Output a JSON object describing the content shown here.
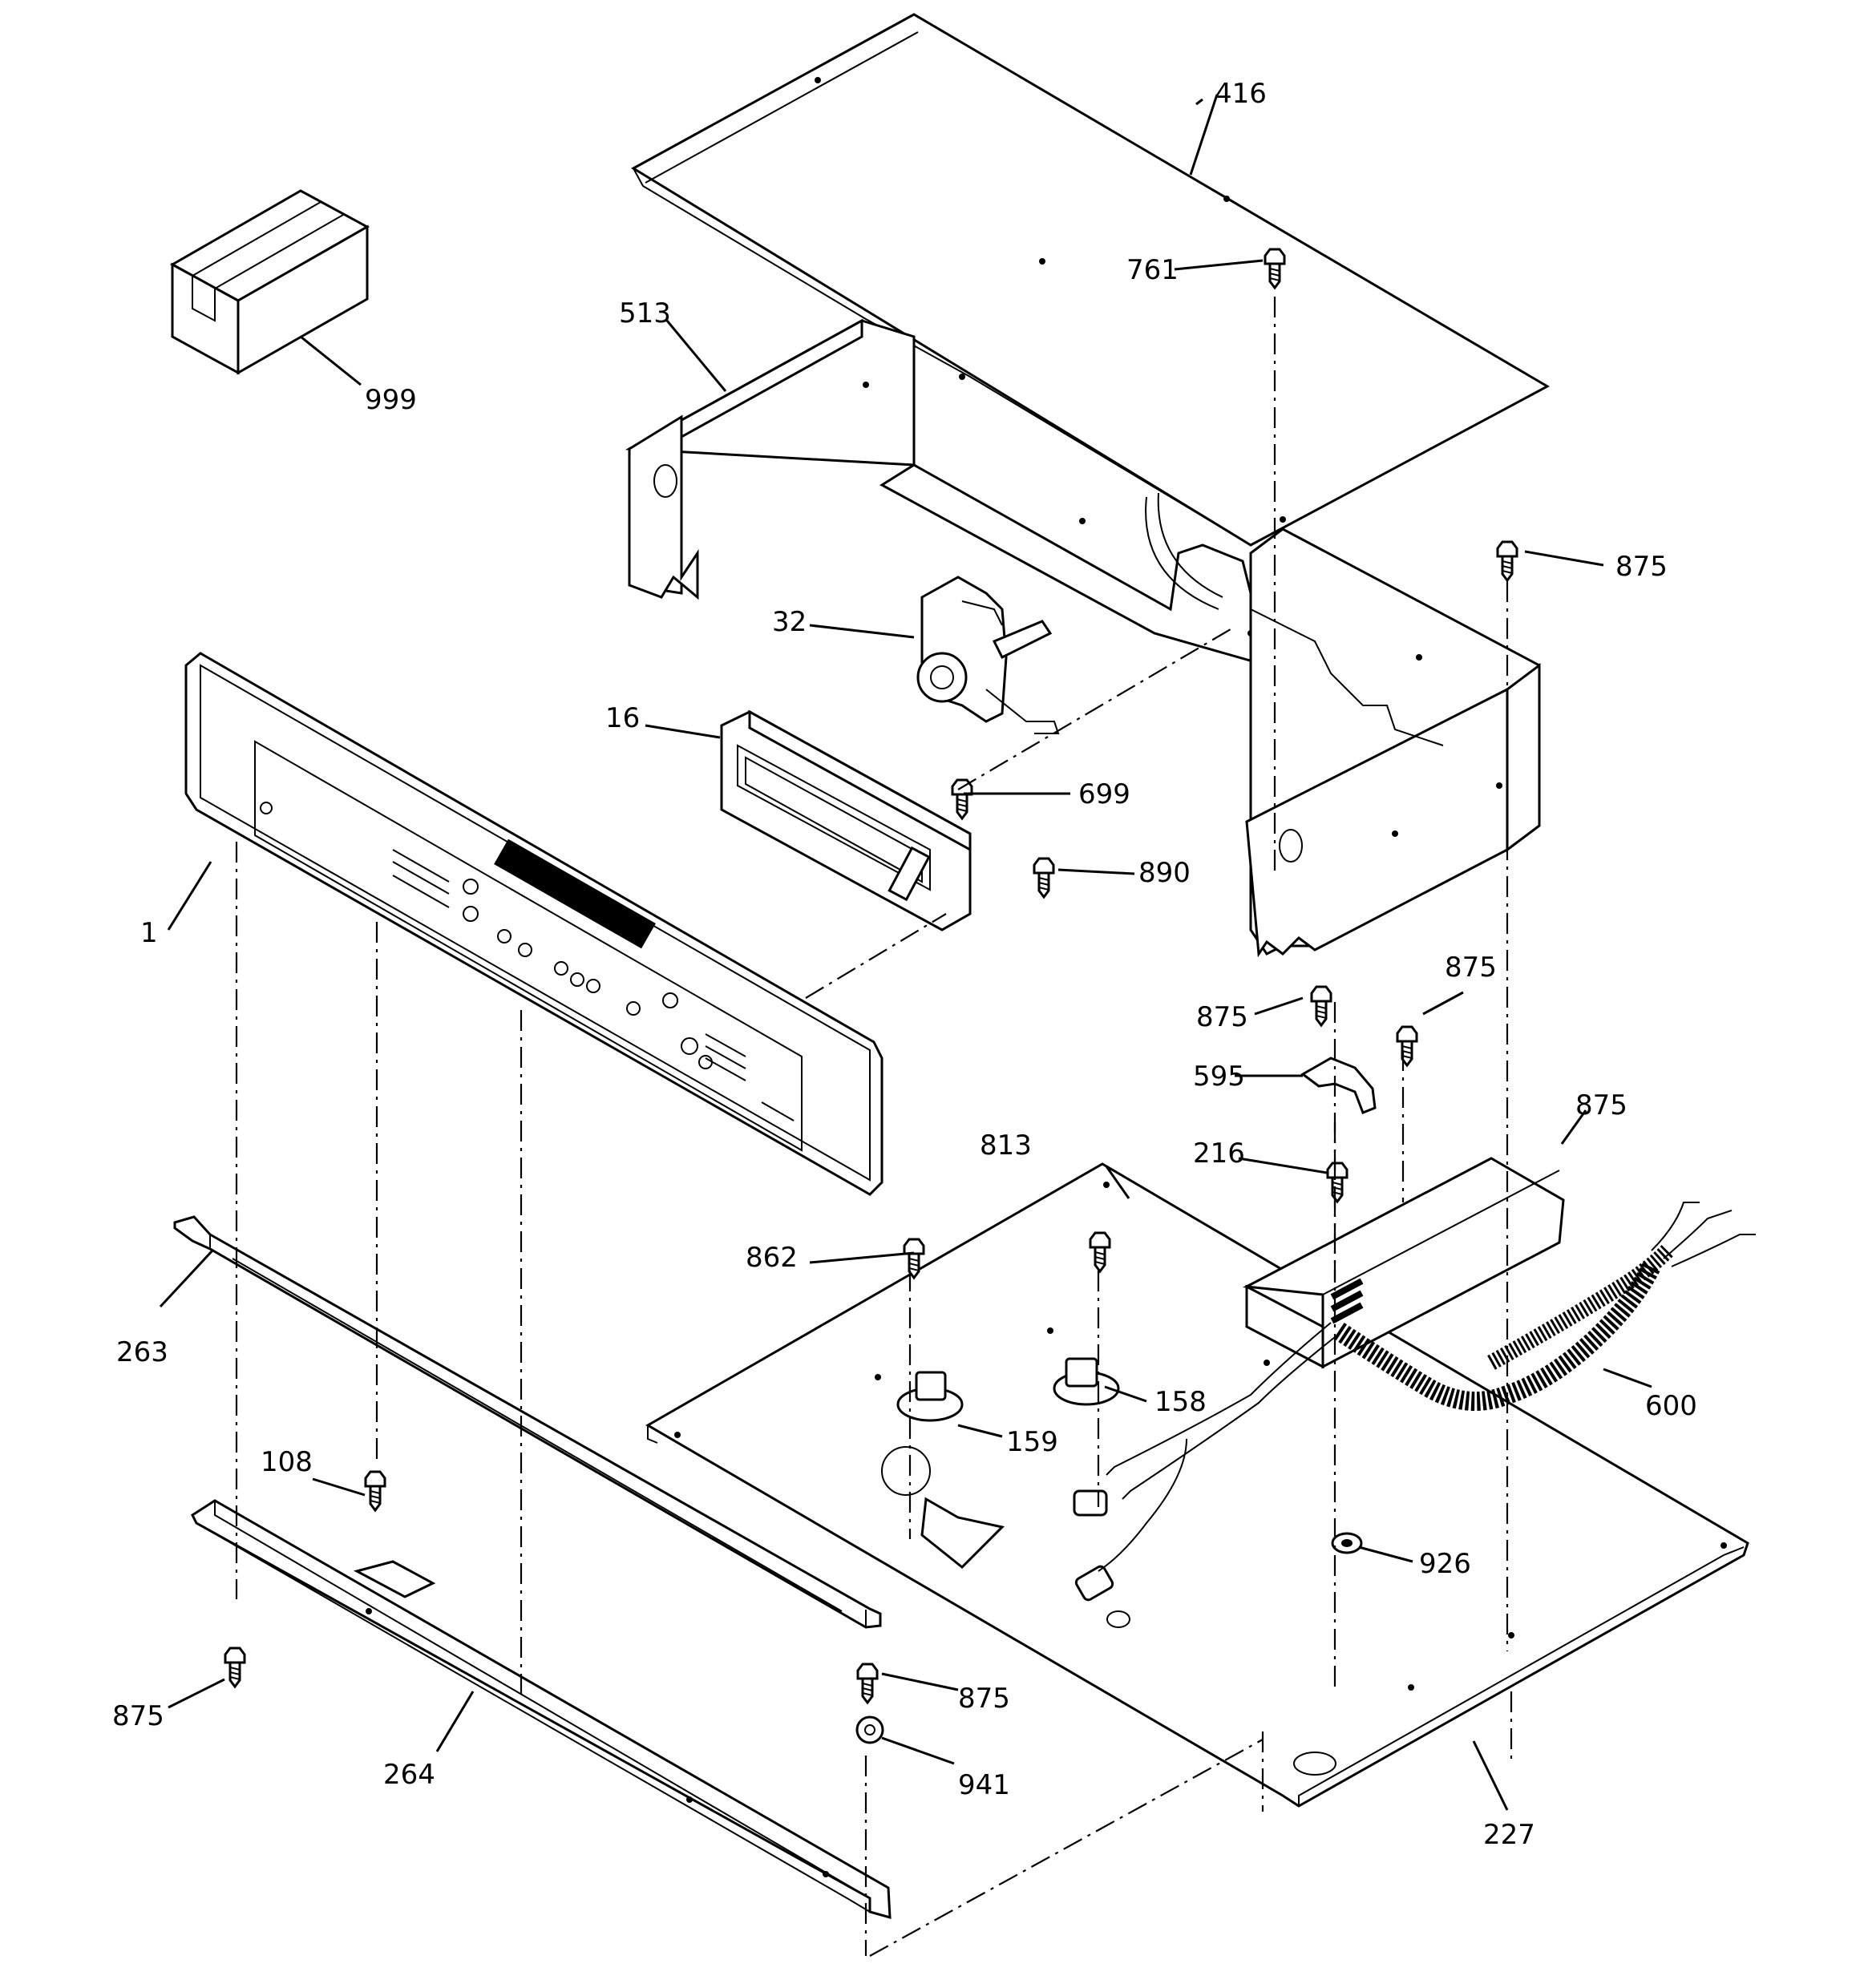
{
  "diagram": {
    "callouts": [
      {
        "id": "c416",
        "label": "416"
      },
      {
        "id": "c761",
        "label": "761"
      },
      {
        "id": "c513",
        "label": "513"
      },
      {
        "id": "c999",
        "label": "999"
      },
      {
        "id": "c875a",
        "label": "875"
      },
      {
        "id": "c32",
        "label": "32"
      },
      {
        "id": "c16",
        "label": "16"
      },
      {
        "id": "c699",
        "label": "699"
      },
      {
        "id": "c890",
        "label": "890"
      },
      {
        "id": "c1",
        "label": "1"
      },
      {
        "id": "c875b",
        "label": "875"
      },
      {
        "id": "c875c",
        "label": "875"
      },
      {
        "id": "c595",
        "label": "595"
      },
      {
        "id": "c875d",
        "label": "875"
      },
      {
        "id": "c216",
        "label": "216"
      },
      {
        "id": "c813",
        "label": "813"
      },
      {
        "id": "c862",
        "label": "862"
      },
      {
        "id": "c263",
        "label": "263"
      },
      {
        "id": "c158",
        "label": "158"
      },
      {
        "id": "c600",
        "label": "600"
      },
      {
        "id": "c159",
        "label": "159"
      },
      {
        "id": "c108",
        "label": "108"
      },
      {
        "id": "c926",
        "label": "926"
      },
      {
        "id": "c875e",
        "label": "875"
      },
      {
        "id": "c875f",
        "label": "875"
      },
      {
        "id": "c264",
        "label": "264"
      },
      {
        "id": "c941",
        "label": "941"
      },
      {
        "id": "c227",
        "label": "227"
      }
    ]
  }
}
